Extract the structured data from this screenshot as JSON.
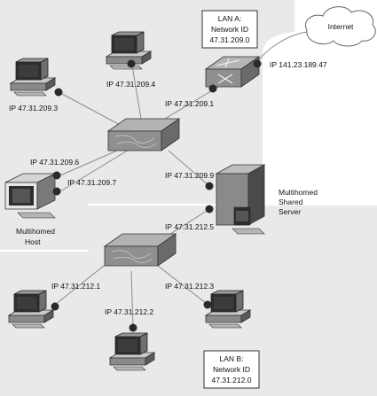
{
  "colors": {
    "lan_a_shade": "#e9e9e9",
    "lan_b_shade": "#e9e9e9",
    "link": "#8a8a8a",
    "hub_fill": "#9a9a9a",
    "nic": "#2a2a2a",
    "device_dark": "#2e2e2e",
    "device_mid": "#6f6f6f",
    "device_light": "#c9c9c9"
  },
  "lan_a": {
    "title": "LAN A:",
    "network_label": "Network ID",
    "network_id": "47.31.209.0"
  },
  "lan_b": {
    "title": "LAN B:",
    "network_label": "Network ID",
    "network_id": "47.31.212.0"
  },
  "internet": {
    "label": "Internet"
  },
  "router": {
    "ip": "IP 141.23.189.47"
  },
  "ips": {
    "pc_left_a": "IP 47.31.209.3",
    "pc_top_a": "IP 47.31.209.4",
    "router_lan": "IP 47.31.209.1",
    "host_nic1": "IP 47.31.209.6",
    "host_nic2": "IP 47.31.209.7",
    "server_nic_a": "IP 47.31.209.9",
    "server_nic_b": "IP 47.31.212.5",
    "pc_left_b": "IP 47.31.212.1",
    "pc_bottom_b": "IP 47.31.212.2",
    "pc_right_b": "IP 47.31.212.3"
  },
  "multihomed_host": {
    "line1": "Multihomed",
    "line2": "Host"
  },
  "multihomed_server": {
    "line1": "Multihomed",
    "line2": "Shared",
    "line3": "Server"
  }
}
